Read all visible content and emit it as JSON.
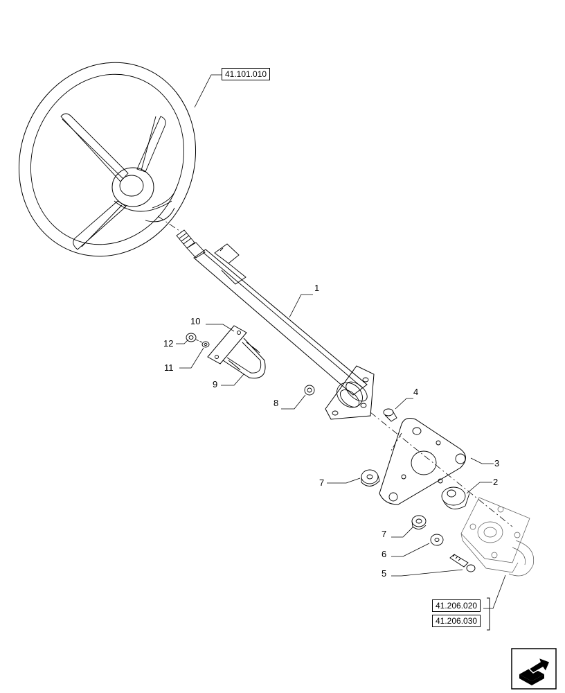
{
  "references": {
    "steering_wheel": "41.101.010",
    "steering_unit_a": "41.206.020",
    "steering_unit_b": "41.206.030"
  },
  "callouts": {
    "p1": "1",
    "p2": "2",
    "p3": "3",
    "p4": "4",
    "p5": "5",
    "p6": "6",
    "p7a": "7",
    "p7b": "7",
    "p8": "8",
    "p9": "9",
    "p10": "10",
    "p11": "11",
    "p12": "12"
  },
  "icons": {
    "nav": "next-page-arrow-icon"
  }
}
